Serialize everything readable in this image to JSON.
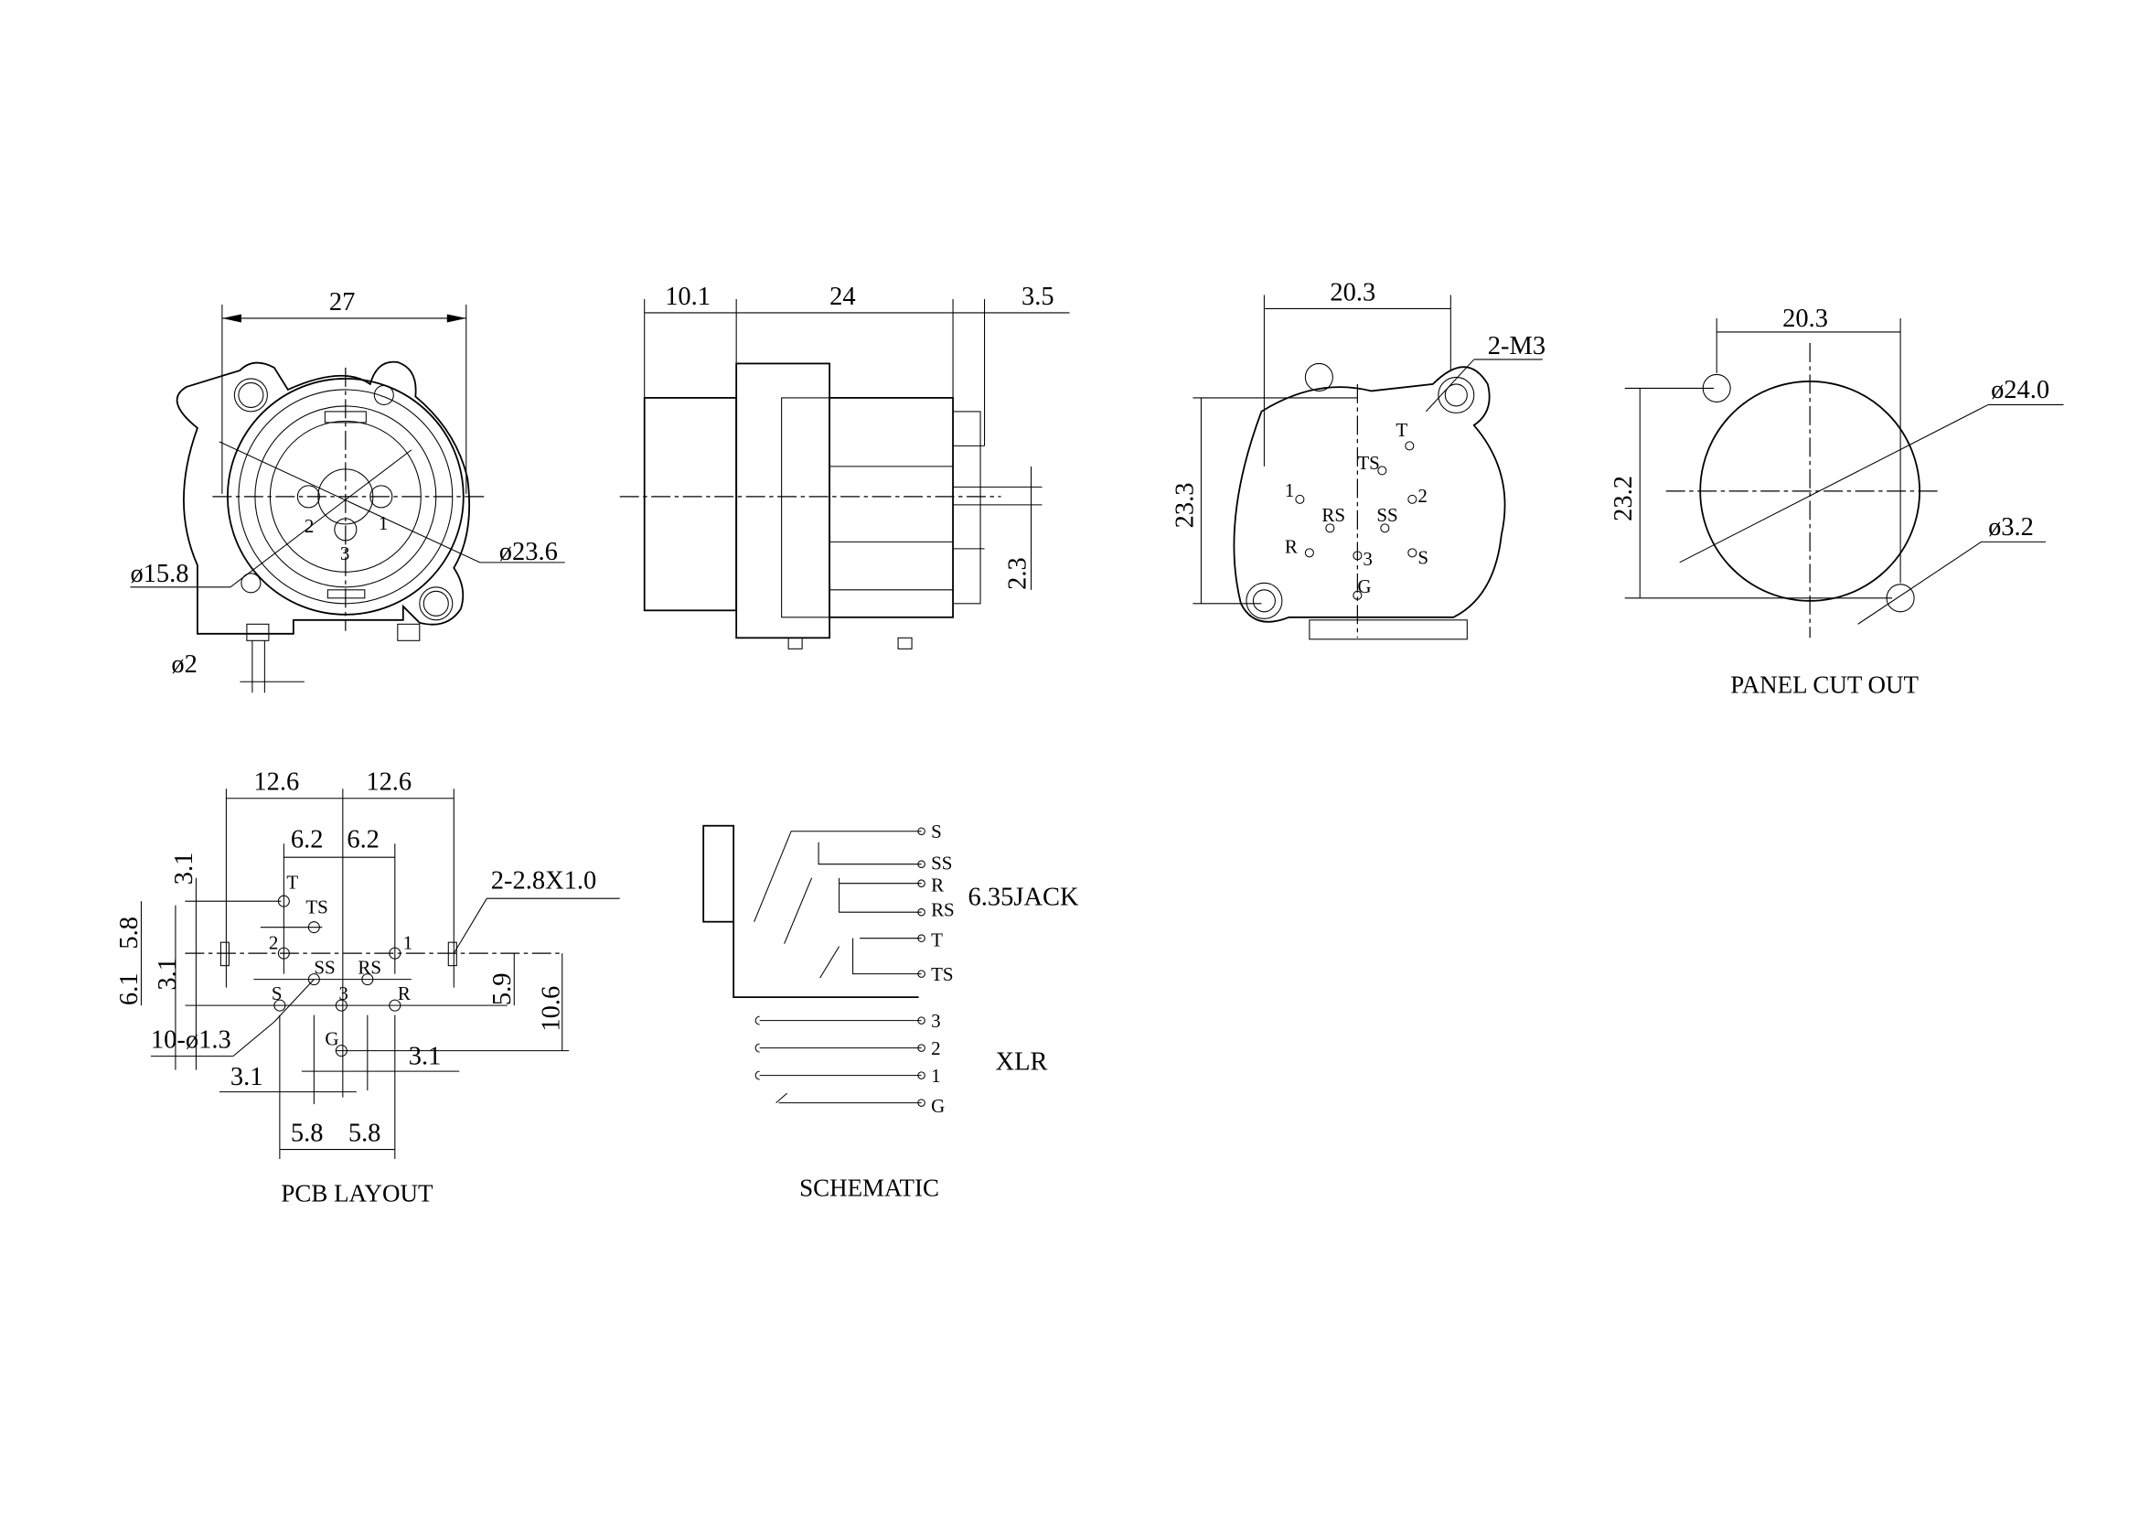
{
  "front_view": {
    "width": "27",
    "inner_dia": "ø15.8",
    "outer_dia": "ø23.6",
    "pin_dia": "ø2",
    "pins": [
      "1",
      "2",
      "3"
    ]
  },
  "side_view": {
    "front_depth": "10.1",
    "body_depth": "24",
    "pin_len": "3.5",
    "pin_spacing": "2.3"
  },
  "rear_view": {
    "width": "20.3",
    "screw": "2-M3",
    "height": "23.3",
    "pins": [
      "T",
      "TS",
      "1",
      "2",
      "RS",
      "SS",
      "R",
      "3",
      "S",
      "G"
    ]
  },
  "panel_cutout": {
    "title": "PANEL CUT OUT",
    "width": "20.3",
    "height": "23.2",
    "big_dia": "ø24.0",
    "hole_dia": "ø3.2"
  },
  "pcb_layout": {
    "title": "PCB LAYOUT",
    "dim_top_left": "12.6",
    "dim_top_right": "12.6",
    "dim_mid_left": "6.2",
    "dim_mid_right": "6.2",
    "dim_v_a": "3.1",
    "dim_v_b": "5.8",
    "dim_v_c": "3.1",
    "dim_v_d": "6.1",
    "dim_right_a": "5.9",
    "dim_right_b": "10.6",
    "dim_bot_left": "3.1",
    "dim_bot_right": "3.1",
    "dim_bot_a": "5.8",
    "dim_bot_b": "5.8",
    "slots": "2-2.8X1.0",
    "holes": "10-ø1.3",
    "pins": [
      "T",
      "TS",
      "2",
      "1",
      "SS",
      "RS",
      "S",
      "3",
      "R",
      "G"
    ]
  },
  "schematic": {
    "title": "SCHEMATIC",
    "jack_label": "6.35JACK",
    "xlr_label": "XLR",
    "jack_terminals": [
      "S",
      "SS",
      "R",
      "RS",
      "T",
      "TS"
    ],
    "xlr_terminals": [
      "3",
      "2",
      "1",
      "G"
    ]
  }
}
